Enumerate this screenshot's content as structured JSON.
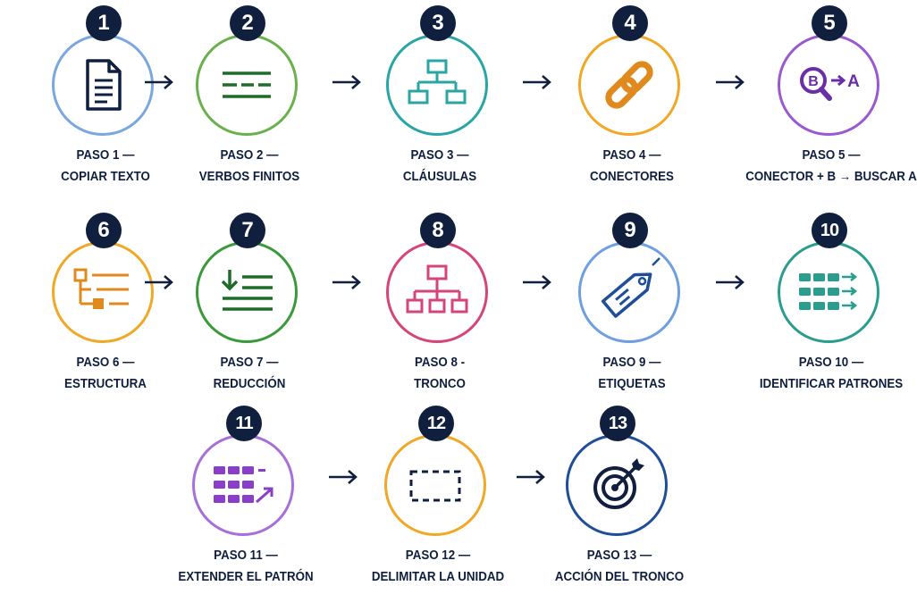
{
  "steps": [
    {
      "num": "1",
      "line1": "PASO 1 —",
      "line2": "COPIAR TEXTO",
      "color": "#7aa7de",
      "icon": "document-icon"
    },
    {
      "num": "2",
      "line1": "PASO 2 —",
      "line2": "VERBOS FINITOS",
      "color": "#6ab04c",
      "icon": "dashed-lines-icon"
    },
    {
      "num": "3",
      "line1": "PASO 3 —",
      "line2": "CLÁUSULAS",
      "color": "#2aa5a5",
      "icon": "hierarchy-icon"
    },
    {
      "num": "4",
      "line1": "PASO 4 —",
      "line2": "CONECTORES",
      "color": "#f0a826",
      "icon": "chain-link-icon"
    },
    {
      "num": "5",
      "line1": "PASO 5 —",
      "line2": "CONECTOR + B → BUSCAR A",
      "color": "#9b59d0",
      "icon": "search-b-to-a-icon",
      "icon_b": "B",
      "icon_a": "A"
    },
    {
      "num": "6",
      "line1": "PASO 6 —",
      "line2": "ESTRUCTURA",
      "color": "#f0a826",
      "icon": "tree-structure-icon"
    },
    {
      "num": "7",
      "line1": "PASO 7 —",
      "line2": "REDUCCIÓN",
      "color": "#3a9a3a",
      "icon": "reduce-list-icon"
    },
    {
      "num": "8",
      "line1": "PASO 8 -",
      "line2": "TRONCO",
      "color": "#d6457a",
      "icon": "org-chart-icon"
    },
    {
      "num": "9",
      "line1": "PASO 9 —",
      "line2": "ETIQUETAS",
      "color": "#6f9fe0",
      "icon": "tag-icon"
    },
    {
      "num": "10",
      "line1": "PASO 10 —",
      "line2": "IDENTIFICAR PATRONES",
      "color": "#2a9d8f",
      "icon": "pattern-grid-icon"
    },
    {
      "num": "11",
      "line1": "PASO 11 —",
      "line2": "EXTENDER EL PATRÓN",
      "color": "#a86fd8",
      "icon": "extend-pattern-icon"
    },
    {
      "num": "12",
      "line1": "PASO 12 —",
      "line2": "DELIMITAR LA UNIDAD",
      "color": "#f0a826",
      "icon": "dashed-box-icon"
    },
    {
      "num": "13",
      "line1": "PASO 13 —",
      "line2": "ACCIÓN DEL TRONCO",
      "color": "#1f4e99",
      "icon": "target-icon"
    }
  ],
  "arrow_color": "#0f1f3d"
}
